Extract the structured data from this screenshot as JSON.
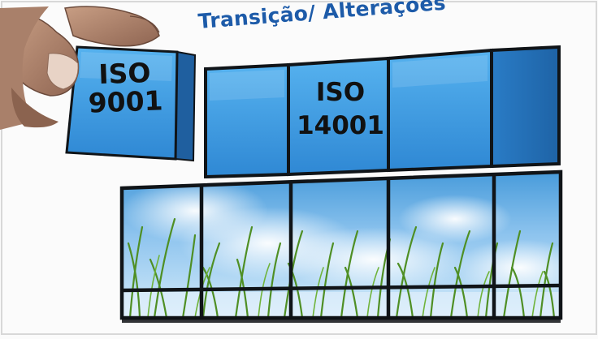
{
  "headline": "Transição/ Alterações",
  "held_block": {
    "line1": "ISO",
    "line2": "9001"
  },
  "wall_block": {
    "line1": "ISO",
    "line2": "14001"
  },
  "colors": {
    "block_blue": "#3b9be0",
    "headline_blue": "#1d5ba9",
    "sky_light": "#cfe8fb",
    "grass_green": "#5a9b2a",
    "grid_line": "#101418"
  },
  "icons": {
    "hand": "hand-holding-block-icon"
  }
}
